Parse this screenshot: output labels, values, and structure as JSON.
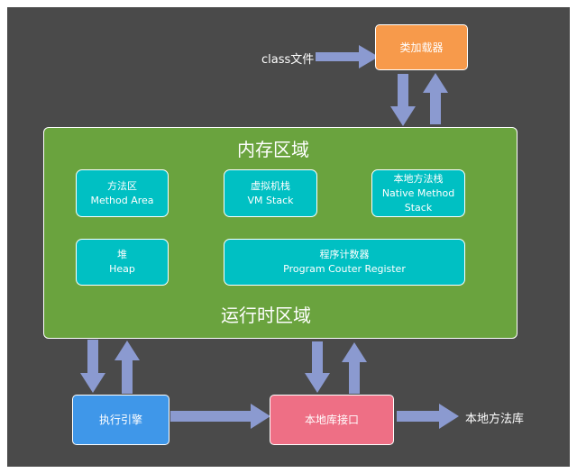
{
  "class_file_label": "class文件",
  "class_loader": {
    "label": "类加载器",
    "color": "#f79a4b"
  },
  "runtime_area": {
    "title": "内存区域",
    "footer": "运行时区域",
    "color": "#6aa33e",
    "boxes": {
      "method_area": {
        "line1": "方法区",
        "line2": "Method Area"
      },
      "vm_stack": {
        "line1": "虚拟机栈",
        "line2": "VM Stack"
      },
      "native_stack": {
        "line1": "本地方法栈",
        "line2": "Native Method",
        "line3": "Stack"
      },
      "heap": {
        "line1": "堆",
        "line2": "Heap"
      },
      "pc_register": {
        "line1": "程序计数器",
        "line2": "Program Couter Register"
      }
    },
    "box_color": "#00c0c3"
  },
  "execution_engine": {
    "label": "执行引擎",
    "color": "#3f97e9"
  },
  "native_interface": {
    "label": "本地库接口",
    "color": "#ee6f85"
  },
  "native_library_label": "本地方法库",
  "arrow_color": "#8b9ad0"
}
